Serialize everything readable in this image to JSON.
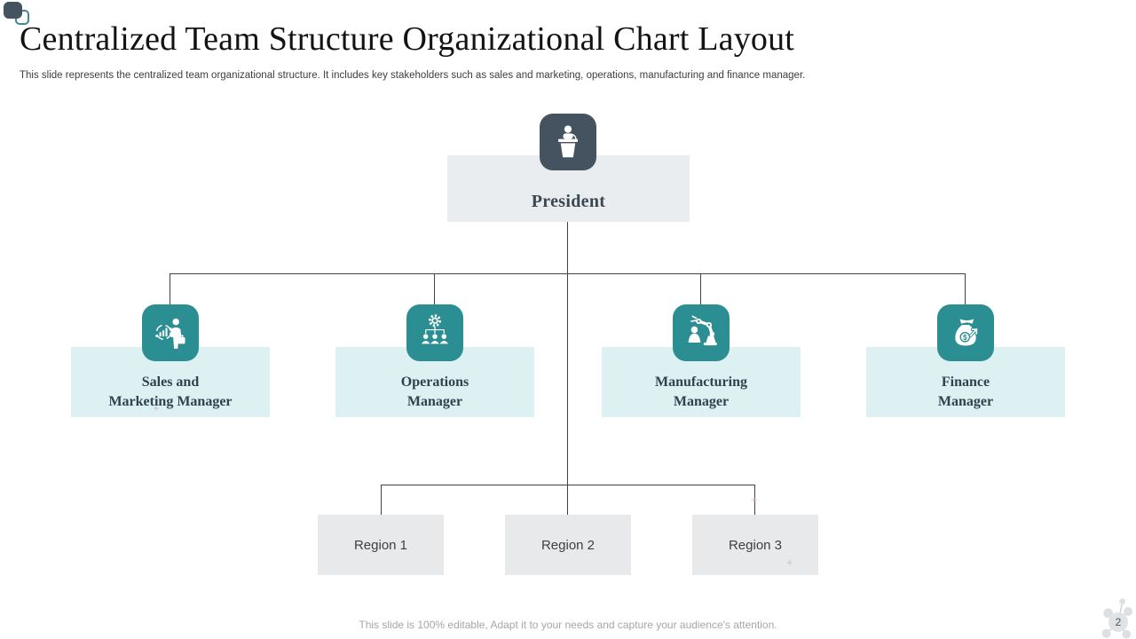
{
  "header": {
    "title": "Centralized Team Structure Organizational Chart Layout",
    "subtitle": "This slide represents the centralized team organizational structure. It includes key stakeholders such as sales and marketing, operations, manufacturing and finance manager."
  },
  "org_chart": {
    "root": {
      "label": "President",
      "icon": "podium-speaker-icon"
    },
    "managers": [
      {
        "label": "Sales and\nMarketing Manager",
        "icon": "salesperson-briefcase-icon"
      },
      {
        "label": "Operations\nManager",
        "icon": "gear-team-hierarchy-icon"
      },
      {
        "label": "Manufacturing\nManager",
        "icon": "robot-arm-operator-icon"
      },
      {
        "label": "Finance\nManager",
        "icon": "money-bag-growth-icon"
      }
    ],
    "regions": [
      {
        "label": "Region 1"
      },
      {
        "label": "Region 2"
      },
      {
        "label": "Region 3"
      }
    ]
  },
  "footer": {
    "note": "This slide is 100% editable, Adapt it to your needs and capture your audience's attention.",
    "page_number": "2"
  },
  "colors": {
    "teal": "#2a8e92",
    "slate": "#44535f",
    "manager_box_bg": "#ddf1f3",
    "president_box_bg": "#e9edef",
    "region_box_bg": "#e7e9eb",
    "connector": "#424242"
  }
}
